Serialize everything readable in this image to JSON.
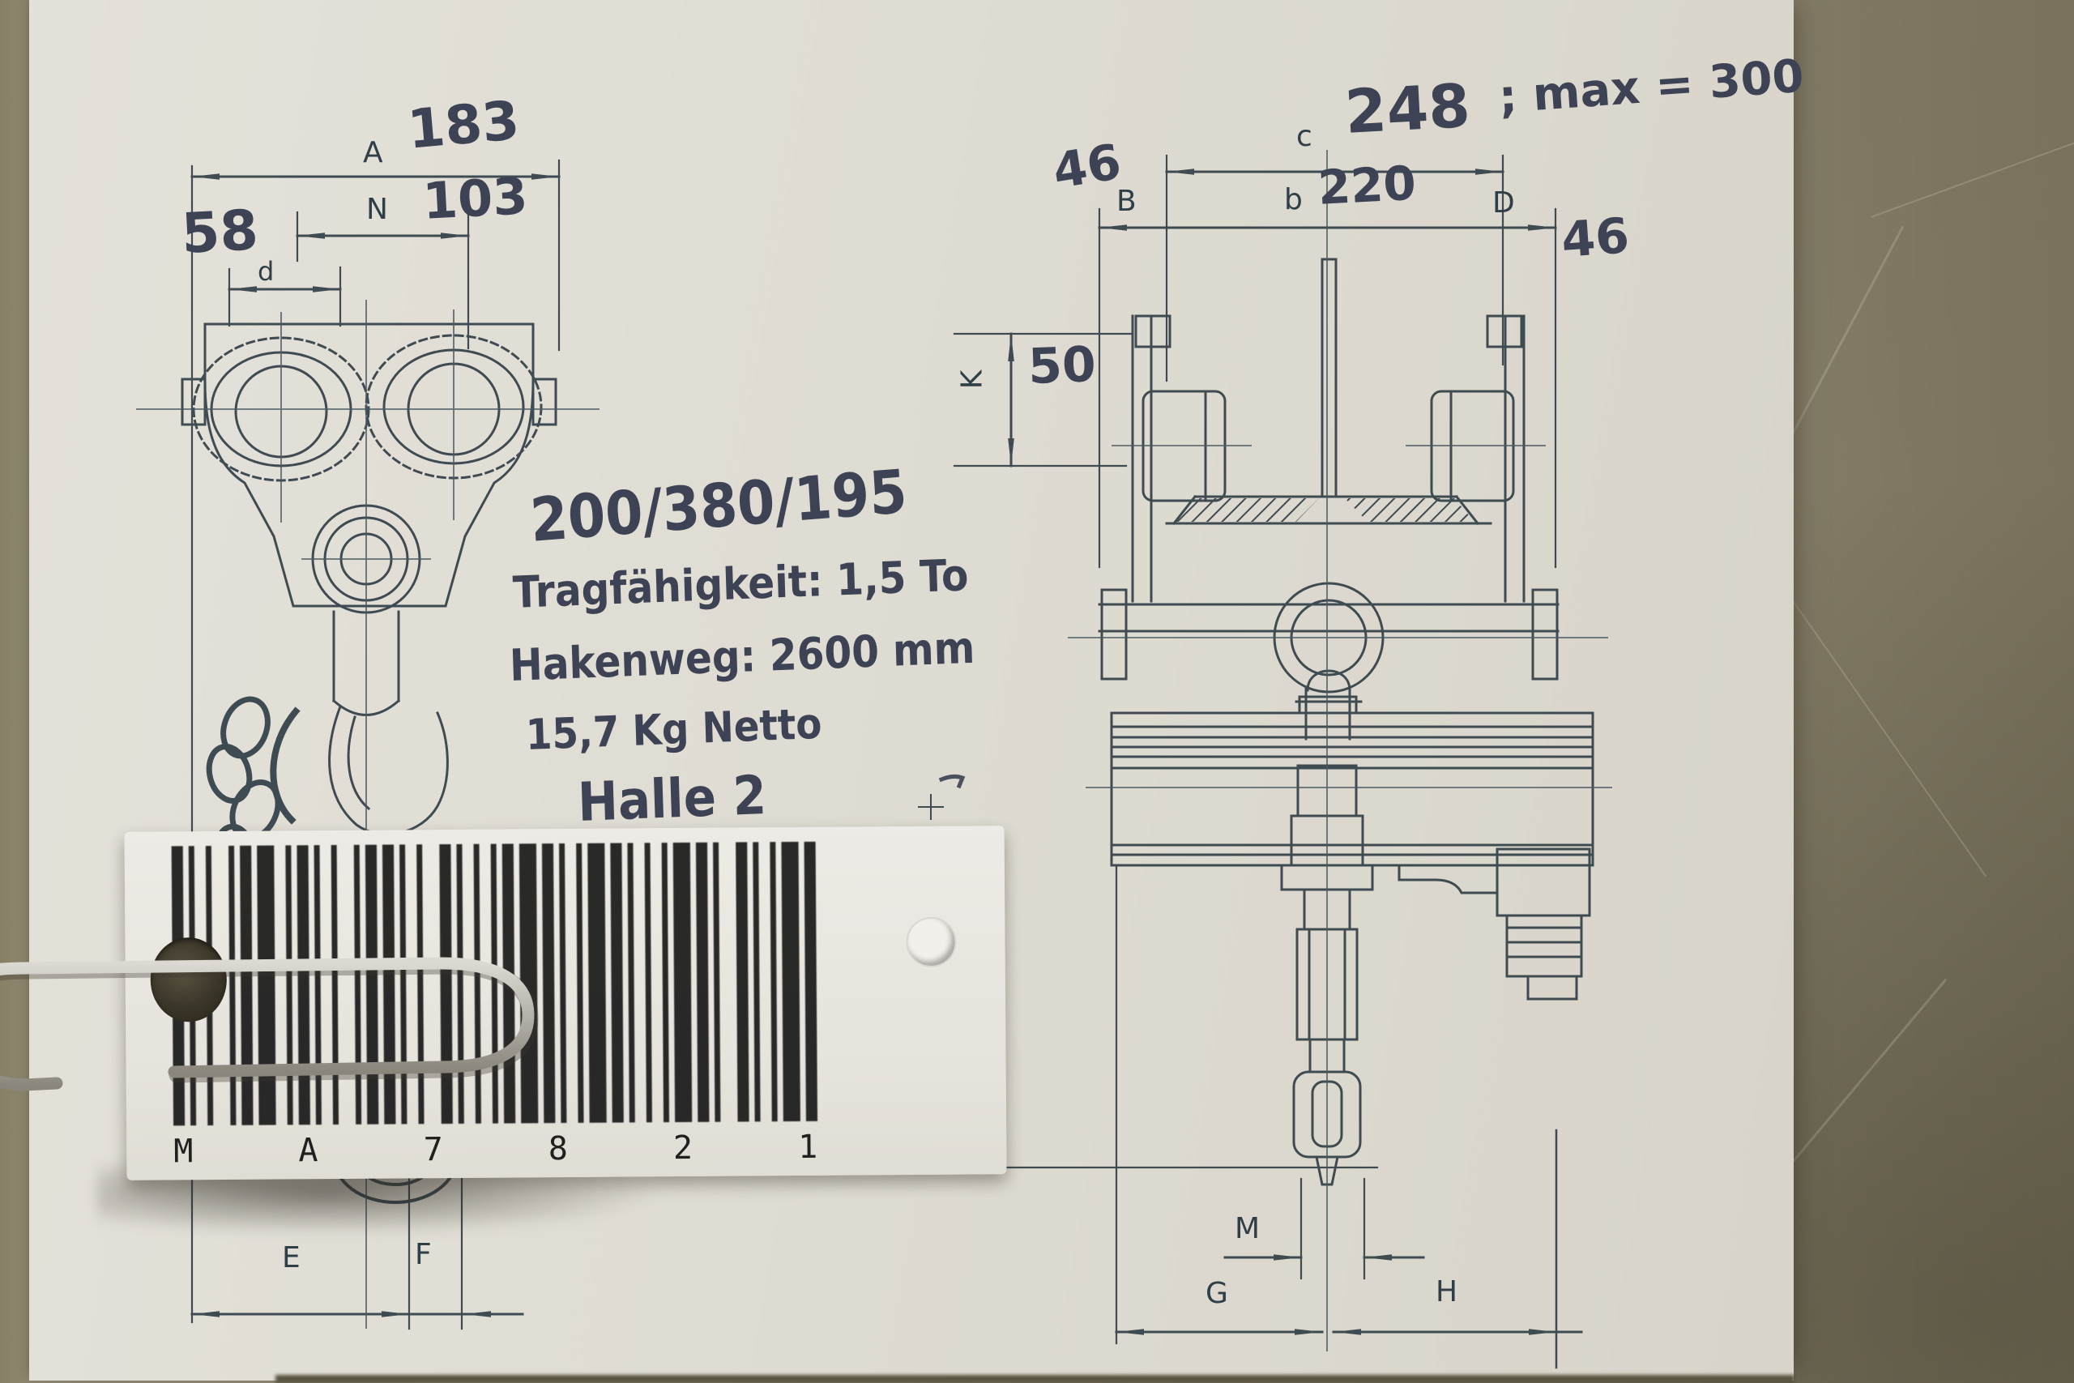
{
  "scene": {
    "description": "Photograph of a technical drawing of a 1.5 t beam-trolley chain hoist with handwritten dimensions and an inventory barcode tag attached with a paperclip"
  },
  "colors": {
    "table": "#9a947f",
    "table_dark": "#79735d",
    "paper": "#dfdcd3",
    "tag": "#e9e7e0",
    "ink": "#2e3c44",
    "centerline_ink": "#4a5a62",
    "marker": "#3d4354",
    "barcode": "#191919"
  },
  "front_view": {
    "dim_a_letter": "A",
    "dim_a_value": "183",
    "dim_n_letter": "N",
    "dim_n_value": "103",
    "dim_d_value": "58",
    "dim_d_letter": "d",
    "dim_e_letter": "E",
    "dim_f_letter": "F"
  },
  "side_view": {
    "dim_46_left": "46",
    "dim_b_upper_letter": "B",
    "dim_c_letter": "c",
    "dim_c_value": "248",
    "dim_c_max": "; max = 300",
    "dim_b_letter": "b",
    "dim_b_value": "220",
    "dim_d_letter": "D",
    "dim_46_right": "46",
    "dim_k_letter": "K",
    "dim_k_value": "50",
    "dim_m_letter": "M",
    "dim_g_letter": "G",
    "dim_h_letter": "H"
  },
  "notes": {
    "line1": "200/380/195",
    "line2": "Tragfähigkeit: 1,5 To",
    "line3": "Hakenweg: 2600 mm",
    "line4": "15,7 Kg Netto",
    "line5": "Halle 2"
  },
  "tag": {
    "chars": [
      "M",
      "A",
      "7",
      "8",
      "2",
      "1"
    ],
    "barcode_pattern": "2112131121321121121311212112132112121121312112113121121211312113211211312"
  }
}
